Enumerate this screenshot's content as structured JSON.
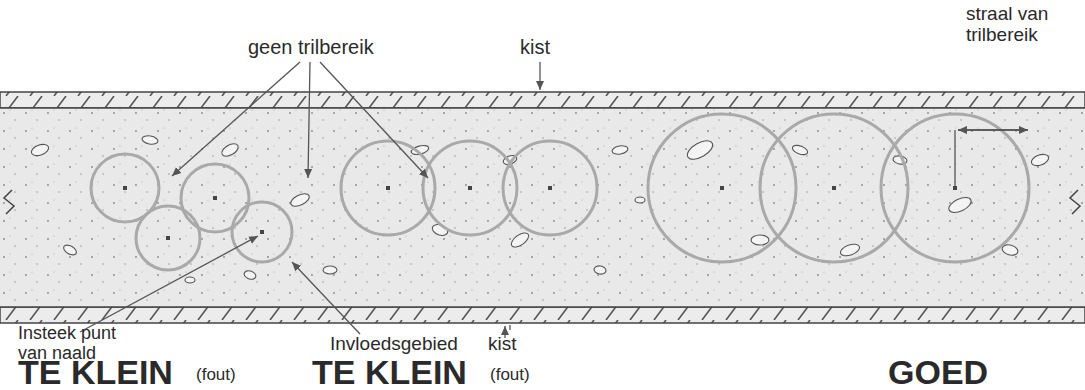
{
  "diagram": {
    "labels": [
      "geen trilbereik",
      "kist",
      "straal van trilbereik",
      "Insteek punt van naald",
      "Invloedsgebied",
      "kist",
      "TE KLEIN",
      "(fout)",
      "TE KLEIN",
      "(fout)",
      "GOED"
    ]
  }
}
